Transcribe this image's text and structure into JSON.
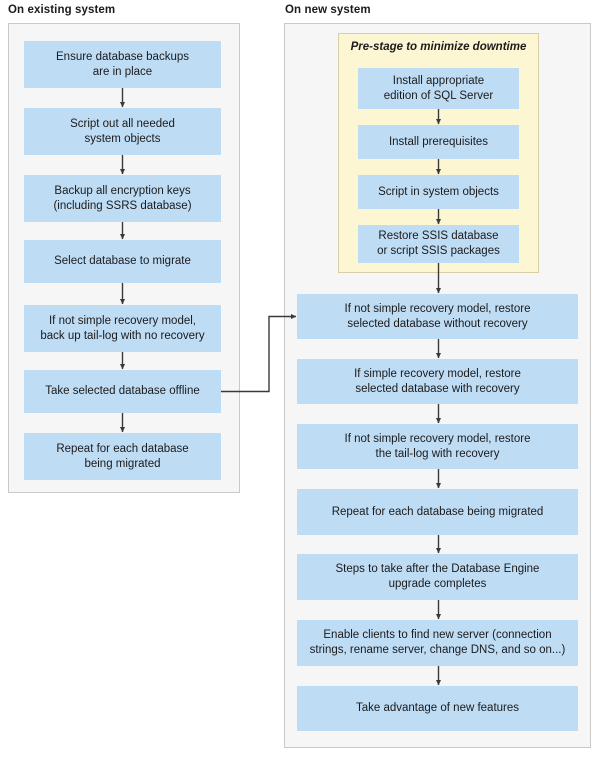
{
  "diagram": {
    "type": "flowchart",
    "title_left": "On existing system",
    "title_right": "On new system",
    "colors": {
      "node_fill": "#bfdcf5",
      "panel_fill": "#f6f6f6",
      "panel_border": "#c9c9c9",
      "subpanel_fill": "#fdf6d3",
      "subpanel_border": "#d8cfa6",
      "arrow": "#3a3a3a",
      "text": "#1b1b1b"
    }
  },
  "left_panel": {
    "title": "On existing system",
    "nodes": [
      {
        "id": "l1",
        "label": "Ensure database backups are in place",
        "line1": "Ensure database backups",
        "line2": "are in place"
      },
      {
        "id": "l2",
        "label": "Script out all needed system objects",
        "line1": "Script out all needed",
        "line2": "system objects"
      },
      {
        "id": "l3",
        "label": "Backup all encryption keys (including SSRS database)",
        "line1": "Backup all encryption keys",
        "line2": "(including SSRS database)"
      },
      {
        "id": "l4",
        "label": "Select database to migrate",
        "line1": "Select database to migrate",
        "line2": ""
      },
      {
        "id": "l5",
        "label": "If not simple recovery model, back up tail-log with no recovery",
        "line1": "If not simple recovery model,",
        "line2": "back up tail-log with no recovery"
      },
      {
        "id": "l6",
        "label": "Take selected database offline",
        "line1": "Take selected database offline",
        "line2": ""
      },
      {
        "id": "l7",
        "label": "Repeat for each database being migrated",
        "line1": "Repeat for each database",
        "line2": "being migrated"
      }
    ]
  },
  "right_panel": {
    "title": "On new system",
    "prestage": {
      "title": "Pre-stage to minimize downtime",
      "nodes": [
        {
          "id": "p1",
          "label": "Install appropriate edition of SQL Server",
          "line1": "Install appropriate",
          "line2": "edition of SQL Server"
        },
        {
          "id": "p2",
          "label": "Install prerequisites",
          "line1": "Install prerequisites",
          "line2": ""
        },
        {
          "id": "p3",
          "label": "Script in system objects",
          "line1": "Script in system objects",
          "line2": ""
        },
        {
          "id": "p4",
          "label": "Restore SSIS database or script SSIS packages",
          "line1": "Restore SSIS database",
          "line2": "or script SSIS packages"
        }
      ]
    },
    "nodes": [
      {
        "id": "r1",
        "label": "If not simple recovery model, restore selected database without recovery",
        "line1": "If not simple recovery model, restore",
        "line2": "selected database without recovery"
      },
      {
        "id": "r2",
        "label": "If simple recovery model, restore selected database with recovery",
        "line1": "If simple recovery model, restore",
        "line2": "selected database with recovery"
      },
      {
        "id": "r3",
        "label": "If not simple recovery model, restore the tail-log with recovery",
        "line1": "If not simple recovery model, restore",
        "line2": "the tail-log with recovery"
      },
      {
        "id": "r4",
        "label": "Repeat for each database being migrated",
        "line1": "Repeat for each database being migrated",
        "line2": ""
      },
      {
        "id": "r5",
        "label": "Steps to take after the Database Engine upgrade completes",
        "line1": "Steps to take after the Database Engine",
        "line2": "upgrade completes"
      },
      {
        "id": "r6",
        "label": "Enable clients to find new server (connection strings, rename server, change DNS, and so on...)",
        "line1": "Enable clients to find new server (connection",
        "line2": "strings, rename server, change DNS, and so on...)"
      },
      {
        "id": "r7",
        "label": "Take advantage of new features",
        "line1": "Take advantage of new features",
        "line2": ""
      }
    ]
  },
  "connectors": {
    "cross_panel": {
      "from": "Take selected database offline",
      "to": "If not simple recovery model, restore selected database without recovery"
    }
  }
}
